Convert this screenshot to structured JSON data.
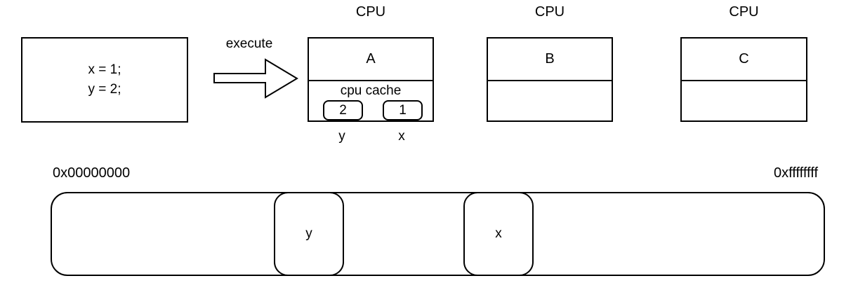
{
  "diagram": {
    "code_box": {
      "line1": "x = 1;",
      "line2": "y = 2;"
    },
    "execute_label": "execute",
    "cpus": [
      {
        "title": "CPU",
        "name": "A",
        "cache": {
          "label": "cpu cache",
          "slots": [
            {
              "value": "2",
              "var": "y"
            },
            {
              "value": "1",
              "var": "x"
            }
          ]
        }
      },
      {
        "title": "CPU",
        "name": "B"
      },
      {
        "title": "CPU",
        "name": "C"
      }
    ],
    "memory": {
      "start_address": "0x00000000",
      "end_address": "0xffffffff",
      "cells": [
        {
          "label": "y"
        },
        {
          "label": "x"
        }
      ]
    },
    "colors": {
      "stroke": "#000000",
      "background": "#ffffff"
    }
  }
}
